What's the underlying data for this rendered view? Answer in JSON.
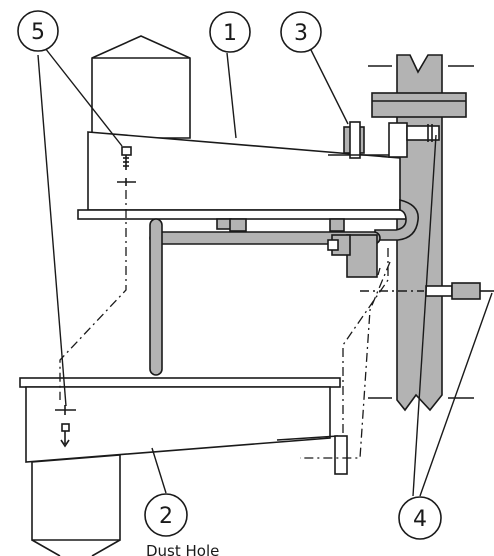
{
  "diagram": {
    "callouts": [
      {
        "id": "1",
        "label": "1"
      },
      {
        "id": "2",
        "label": "2"
      },
      {
        "id": "3",
        "label": "3"
      },
      {
        "id": "4",
        "label": "4"
      },
      {
        "id": "5",
        "label": "5"
      }
    ],
    "footer_text": "Dust Hole"
  }
}
